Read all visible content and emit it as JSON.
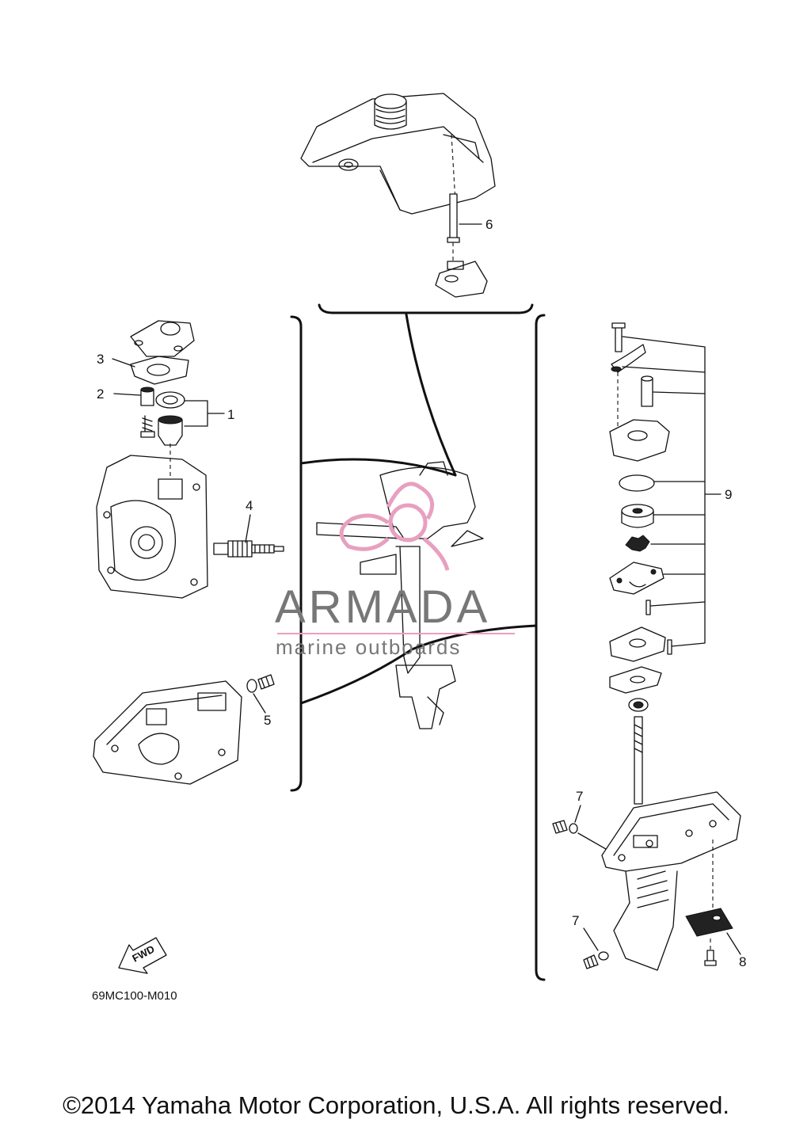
{
  "callouts": [
    "1",
    "2",
    "3",
    "4",
    "5",
    "6",
    "7",
    "7",
    "8",
    "9"
  ],
  "diagram_code": "69MC100-M010",
  "fwd_label": "FWD",
  "watermark": {
    "brand": "ARMADA",
    "tagline": "marine outboards",
    "brand_color": "#e8a0c0"
  },
  "copyright": "©2014 Yamaha Motor Corporation, U.S.A. All rights reserved."
}
